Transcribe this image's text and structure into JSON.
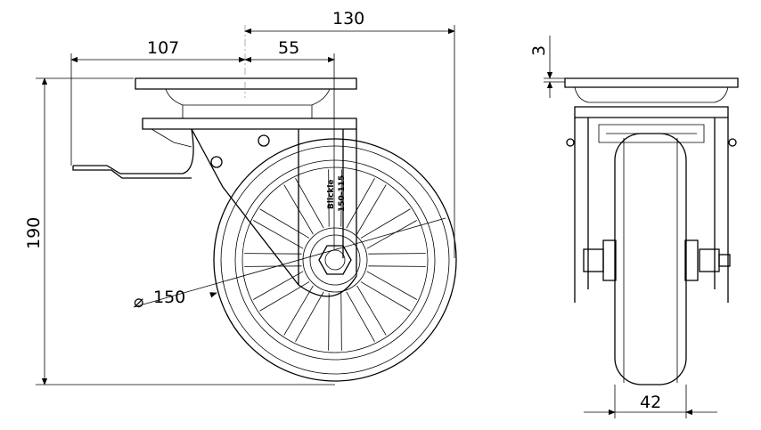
{
  "title": "Swivel castor with brake – technical drawing",
  "dimensions": {
    "overall_offset": "130",
    "plate_to_axis": "107",
    "swivel_offset": "55",
    "height": "190",
    "wheel_diameter": "150",
    "diameter_symbol": "⌀",
    "plate_thickness": "3",
    "wheel_width": "42"
  },
  "wheel_label": "150-115",
  "logo_text": "Blickle",
  "colors": {
    "line": "#000000",
    "hidden": "#777777"
  }
}
